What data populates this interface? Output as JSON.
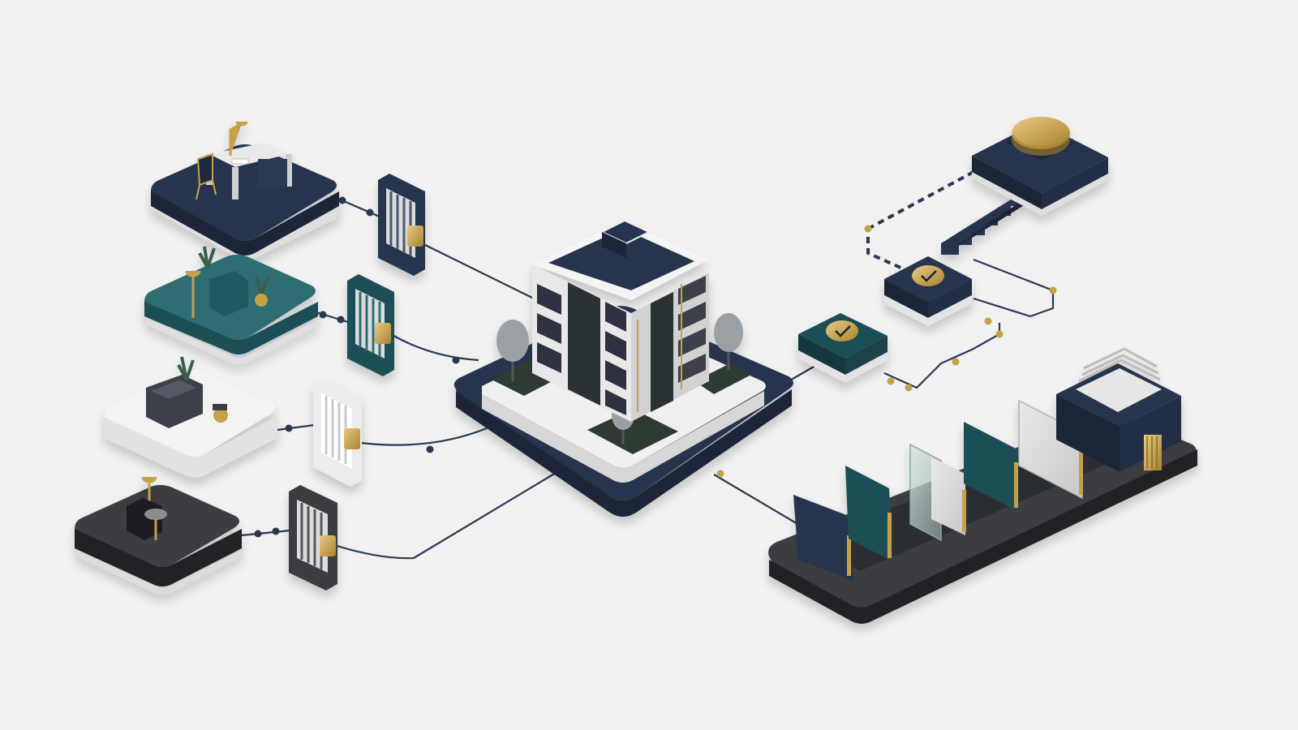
{
  "colors": {
    "background": "#f1f1f2",
    "navy": "#26344d",
    "navy_dark": "#1b2539",
    "teal": "#1f4f55",
    "teal_light": "#2f6e73",
    "charcoal": "#3a3c40",
    "charcoal_dark": "#232428",
    "white_platform": "#ececec",
    "gold": "#c6a14a",
    "gold_light": "#e2c274",
    "connector": "#2b3850",
    "glass": "#b9ccc8"
  },
  "icons": {
    "check": "check-icon",
    "lock": "lock-icon",
    "lamp": "lamp-icon",
    "chair": "chair-icon",
    "sofa": "sofa-icon",
    "plant": "plant-icon",
    "tree": "tree-icon",
    "stairs": "stairs-icon",
    "disc": "gold-disc-icon"
  },
  "nodes": {
    "building": "central-building",
    "rooms": [
      "office-room",
      "teal-lounge-room",
      "white-living-room",
      "dark-reading-room"
    ],
    "gates": [
      "navy-gate",
      "teal-gate",
      "white-gate",
      "charcoal-gate"
    ],
    "checkpoints": [
      "teal-checkpoint",
      "navy-checkpoint"
    ],
    "summit": "summit-platform",
    "materials": "material-samples-tray"
  }
}
